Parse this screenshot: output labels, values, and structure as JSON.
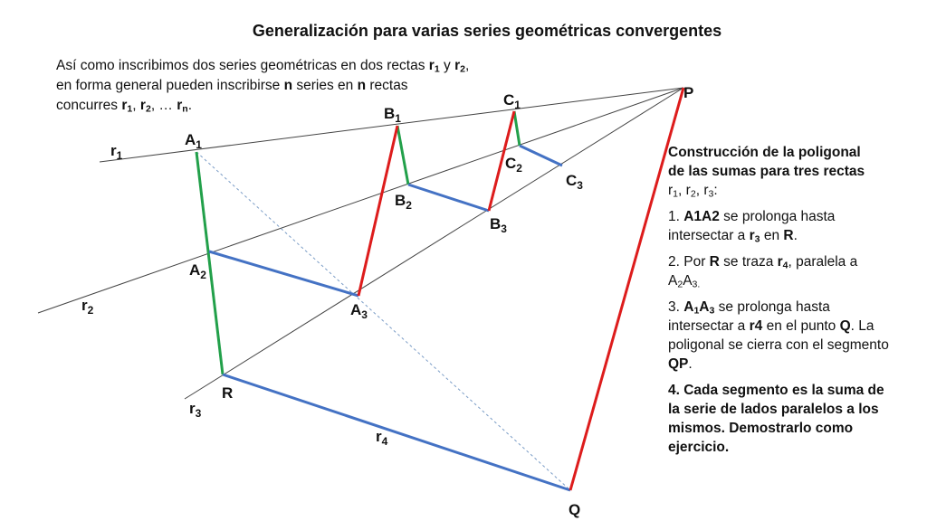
{
  "title": "Generalización para varias series geométricas convergentes",
  "intro": {
    "l1": {
      "a": "Así como  inscribimos dos series geométricas en dos rectas ",
      "r": "r",
      "s1": "1",
      "y": " y ",
      "r2": "r",
      "s2": "2",
      "end": ","
    },
    "l2": {
      "a": "en forma general pueden inscribirse ",
      "n1": "n",
      "b": " series en ",
      "n2": "n",
      "c": " rectas"
    },
    "l3": {
      "a": "concurres ",
      "r1": "r",
      "s1": "1",
      "c1": ", ",
      "r2": "r",
      "s2": "2",
      "c2": ", … ",
      "rn": "r",
      "sn": "n",
      "end": "."
    }
  },
  "steps": {
    "heading": {
      "l1": "Construcción de la poligonal",
      "l2": "de las sumas para tres rectas",
      "r1": "r",
      "s1": "1",
      "c1": ", ",
      "r2": "r",
      "s2": "2",
      "c2": ", ",
      "r3": "r",
      "s3": "3",
      "end": ":"
    },
    "step1": {
      "num": "1. ",
      "seg": "A1A2",
      "rest": " se prolonga hasta",
      "l2a": "intersectar  a ",
      "r": "r",
      "s": "3",
      "en": " en ",
      "R": "R",
      "end": "."
    },
    "step2": {
      "num": "2. Por ",
      "R": "R",
      "mid": " se traza ",
      "r": "r",
      "s": "4",
      "rest": ", paralela a",
      "A1": "A",
      "s1": "2",
      "A2": "A",
      "s2": "3",
      "end": "."
    },
    "step3": {
      "num": "3. ",
      "A1": "A",
      "s1": "1",
      "A2": "A",
      "s2": "3",
      "rest": " se prolonga hasta",
      "l2a": "intersectar a ",
      "r4": "r4",
      "l2b": " en el punto ",
      "Q": "Q",
      "l2c": ". La",
      "l3": "poligonal se cierra con el segmento",
      "QP": "QP",
      "end": "."
    },
    "step4": {
      "l1": "4. Cada segmento es la suma de",
      "l2": "la serie de lados paralelos a los",
      "l3": "mismos. Demostrarlo como",
      "l4": "ejercicio."
    }
  },
  "labels": {
    "P": "P",
    "Q": "Q",
    "R": "R",
    "A1": {
      "m": "A",
      "s": "1"
    },
    "A2": {
      "m": "A",
      "s": "2"
    },
    "A3": {
      "m": "A",
      "s": "3"
    },
    "B1": {
      "m": "B",
      "s": "1"
    },
    "B2": {
      "m": "B",
      "s": "2"
    },
    "B3": {
      "m": "B",
      "s": "3"
    },
    "C1": {
      "m": "C",
      "s": "1"
    },
    "C2": {
      "m": "C",
      "s": "2"
    },
    "C3": {
      "m": "C",
      "s": "3"
    },
    "r1": {
      "m": "r",
      "s": "1"
    },
    "r2": {
      "m": "r",
      "s": "2"
    },
    "r3": {
      "m": "r",
      "s": "3"
    },
    "r4": {
      "m": "r",
      "s": "4"
    }
  },
  "colors": {
    "rays": "#444444",
    "green": "#22a04a",
    "blue": "#4472c4",
    "red": "#dd1c1c",
    "dashed": "#7a9cc6"
  }
}
